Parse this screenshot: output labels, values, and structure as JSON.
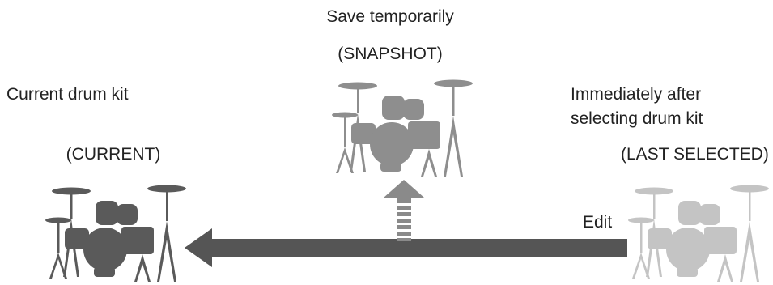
{
  "snapshot": {
    "caption": "Save temporarily",
    "tag": "(SNAPSHOT)",
    "icon": "drum-kit-icon",
    "color": "#8e8e8e"
  },
  "current": {
    "caption": "Current drum kit",
    "tag": "(CURRENT)",
    "icon": "drum-kit-icon",
    "color": "#5a5a5a"
  },
  "last_selected": {
    "caption_line1": "Immediately after",
    "caption_line2": "selecting drum kit",
    "tag": "(LAST SELECTED)",
    "icon": "drum-kit-icon",
    "color": "#c4c4c4"
  },
  "edit_arrow": {
    "label": "Edit",
    "icon": "arrow-left-icon",
    "color": "#555555"
  },
  "save_arrow": {
    "icon": "arrow-up-icon",
    "color": "#8a8a8a"
  }
}
